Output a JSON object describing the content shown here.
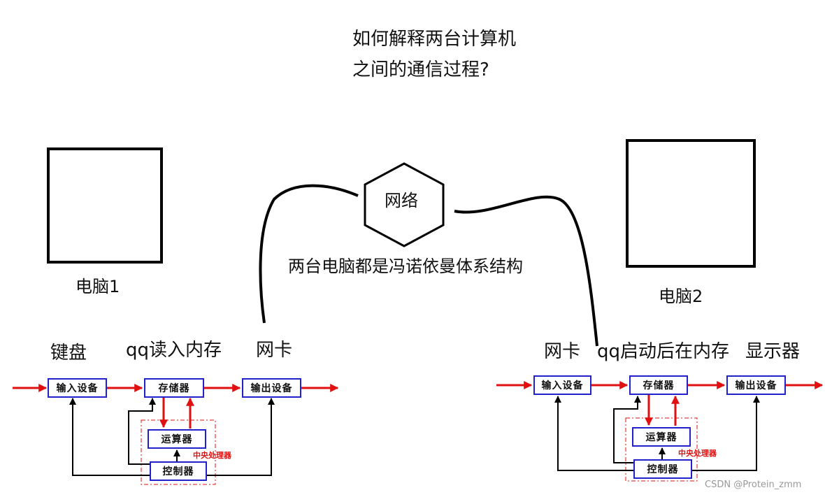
{
  "title": {
    "line1": "如何解释两台计算机",
    "line2": "之间的通信过程?"
  },
  "network": {
    "label": "网络",
    "caption": "两台电脑都是冯诺依曼体系结构"
  },
  "computer1": {
    "label": "电脑1",
    "annotations": {
      "input": "键盘",
      "memory": "qq读入内存",
      "output": "网卡"
    }
  },
  "computer2": {
    "label": "电脑2",
    "annotations": {
      "input": "网卡",
      "memory": "qq启动后在内存",
      "output": "显示器"
    }
  },
  "vonneumann": {
    "input_device": "输入设备",
    "memory": "存储器",
    "output_device": "输出设备",
    "alu": "运算器",
    "controller": "控制器",
    "cpu": "中央处理器"
  },
  "colors": {
    "flow_arrow": "#e01010",
    "box_border": "#2222cc",
    "control_line": "#000000"
  },
  "watermark": "CSDN @Protein_zmm"
}
